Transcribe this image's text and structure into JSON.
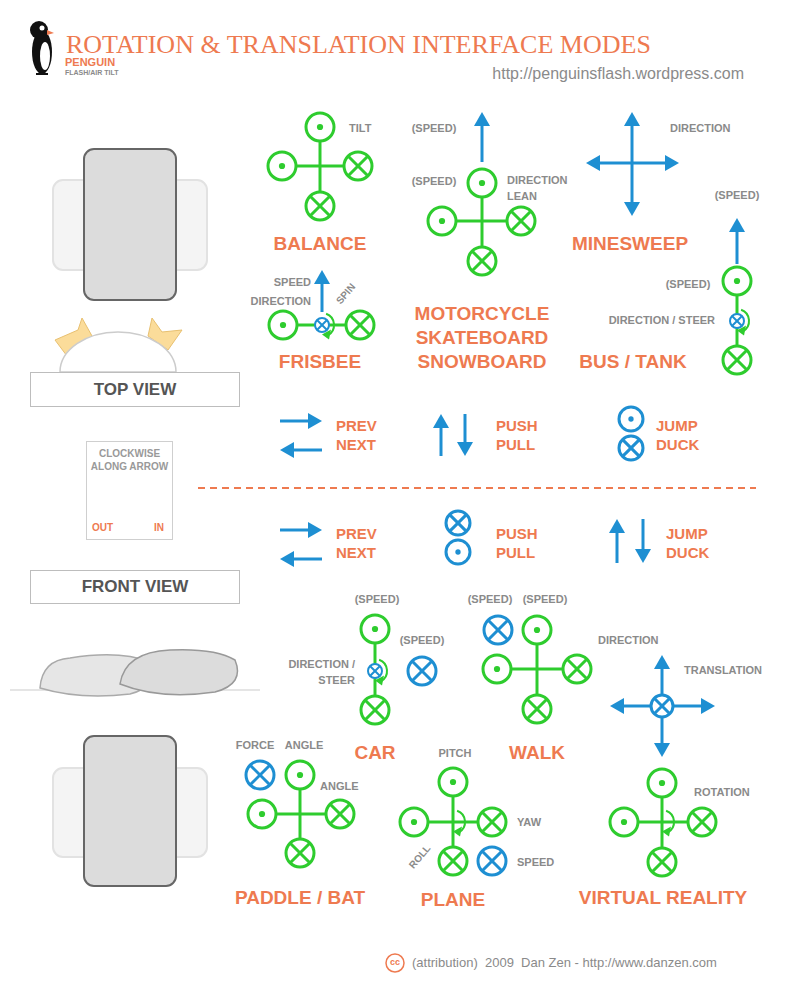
{
  "diagram": {
    "title": "ROTATION & TRANSLATION INTERFACE MODES",
    "caption": "(attribution)  2009  Dan Zen - http://www.danzen.com",
    "nodes": [
      {
        "text": [
          "TOP VIEW"
        ]
      },
      {
        "text": [
          "CLOCKWISE ALONG ARROW",
          "OUT",
          "IN"
        ]
      },
      {
        "text": [
          "FRONT VIEW"
        ]
      }
    ],
    "labels": [
      "PENGUIN",
      "FLASH/AIR TILT",
      "http://penguinsflash.wordpress.com",
      "TILT",
      "BALANCE",
      "(SPEED)",
      "(SPEED)",
      "DIRECTION LEAN",
      "MOTORCYCLE SKATEBOARD SNOWBOARD",
      "DIRECTION",
      "MINESWEEP",
      "(SPEED)",
      "(SPEED)",
      "DIRECTION / STEER",
      "BUS / TANK",
      "SPEED DIRECTION",
      "SPIN",
      "FRISBEE",
      "PREV NEXT",
      "PUSH PULL",
      "JUMP DUCK",
      "PREV NEXT",
      "PUSH PULL",
      "JUMP DUCK",
      "(SPEED)",
      "(SPEED)",
      "DIRECTION / STEER",
      "CAR",
      "(SPEED)",
      "(SPEED)",
      "DIRECTION",
      "WALK",
      "TRANSLATION",
      "ROTATION",
      "VIRTUAL REALITY",
      "FORCE",
      "ANGLE",
      "ANGLE",
      "PADDLE / BAT",
      "PITCH",
      "YAW",
      "ROLL",
      "SPEED",
      "PLANE",
      "cc"
    ]
  }
}
